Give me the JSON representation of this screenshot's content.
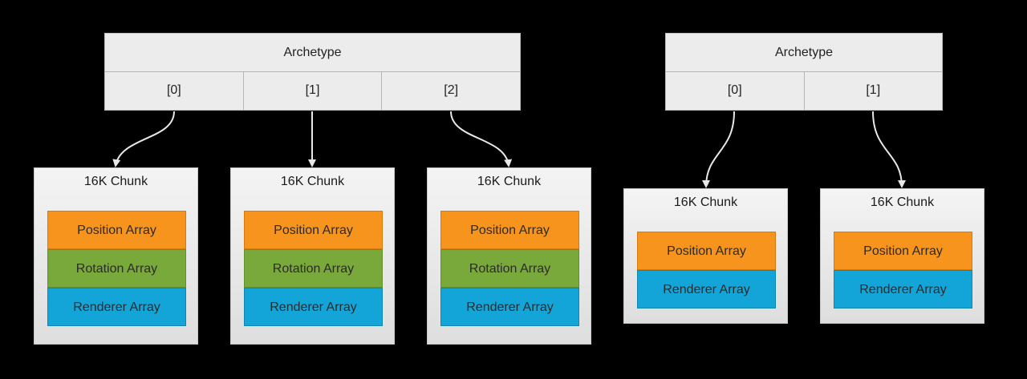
{
  "diagrams": [
    {
      "archetype": {
        "title": "Archetype",
        "slots": [
          "[0]",
          "[1]",
          "[2]"
        ]
      },
      "chunks": [
        {
          "title": "16K Chunk",
          "arrays": [
            "Position Array",
            "Rotation Array",
            "Renderer Array"
          ]
        },
        {
          "title": "16K Chunk",
          "arrays": [
            "Position Array",
            "Rotation Array",
            "Renderer Array"
          ]
        },
        {
          "title": "16K Chunk",
          "arrays": [
            "Position Array",
            "Rotation Array",
            "Renderer Array"
          ]
        }
      ]
    },
    {
      "archetype": {
        "title": "Archetype",
        "slots": [
          "[0]",
          "[1]"
        ]
      },
      "chunks": [
        {
          "title": "16K Chunk",
          "arrays": [
            "Position Array",
            "Renderer Array"
          ]
        },
        {
          "title": "16K Chunk",
          "arrays": [
            "Position Array",
            "Renderer Array"
          ]
        }
      ]
    }
  ],
  "colors": {
    "position": "#f7941d",
    "rotation": "#79a93b",
    "renderer": "#14a5d8",
    "arrow": "#e8e8e8"
  }
}
